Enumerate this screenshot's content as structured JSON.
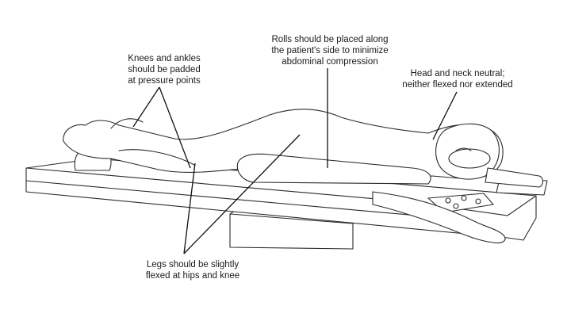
{
  "annotations": {
    "knees": [
      "Knees and ankles",
      "should be padded",
      "at pressure points"
    ],
    "rolls": [
      "Rolls should be placed along",
      "the patient's side to minimize",
      "abdominal compression"
    ],
    "head": [
      "Head and neck neutral;",
      "neither flexed nor extended"
    ],
    "legs": [
      "Legs should be slightly",
      "flexed at hips and knee"
    ]
  }
}
